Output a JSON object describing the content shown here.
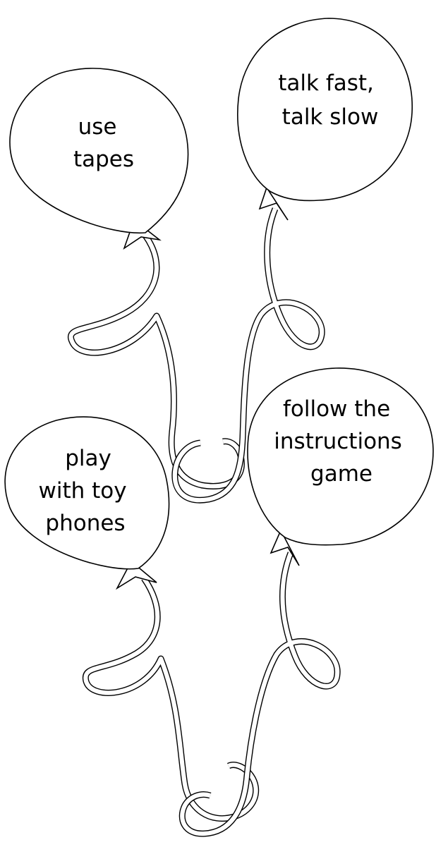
{
  "balloons": [
    {
      "id": "use-tapes",
      "lines": [
        "use",
        "tapes"
      ]
    },
    {
      "id": "talk-fast-talk-slow",
      "lines": [
        "talk fast,",
        "talk slow"
      ]
    },
    {
      "id": "play-with-toy-phones",
      "lines": [
        "play",
        "with toy",
        "phones"
      ]
    },
    {
      "id": "follow-the-instructions-game",
      "lines": [
        "follow the",
        "instructions",
        "game"
      ]
    }
  ],
  "colors": {
    "ink": "#000000",
    "paper": "#ffffff"
  }
}
